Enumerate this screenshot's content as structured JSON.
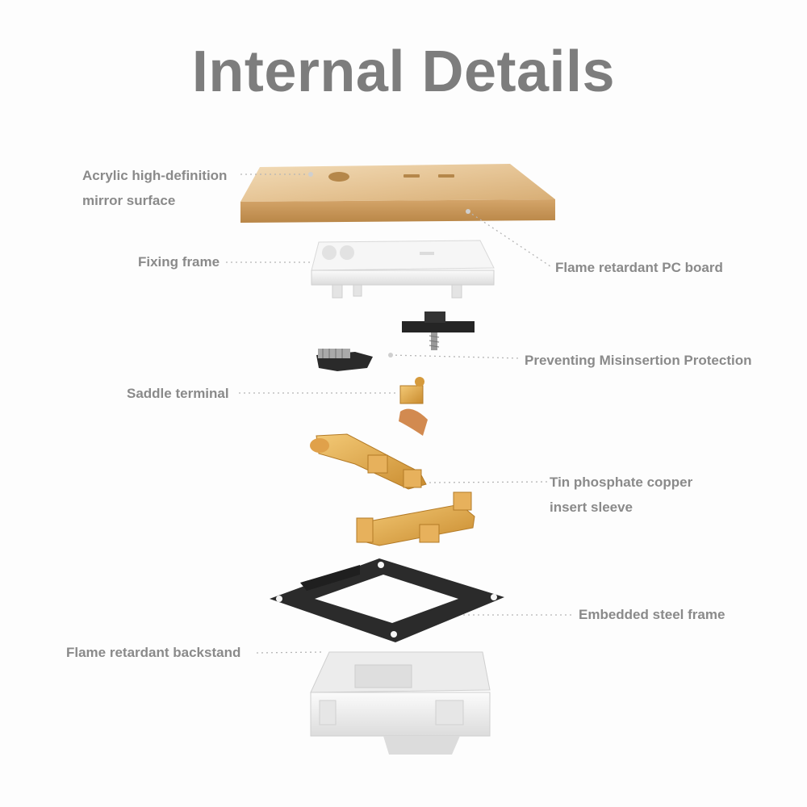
{
  "title": "Internal Details",
  "labels": {
    "acrylic_line1": "Acrylic high-definition",
    "acrylic_line2": "mirror surface",
    "fixing_frame": "Fixing frame",
    "pc_board": "Flame retardant PC board",
    "misinsertion": "Preventing Misinsertion Protection",
    "saddle_terminal": "Saddle terminal",
    "copper_line1": "Tin phosphate copper",
    "copper_line2": "insert sleeve",
    "steel_frame": "Embedded steel frame",
    "backstand": "Flame retardant backstand"
  },
  "colors": {
    "title": "#7d7d7d",
    "label": "#8a8a8a",
    "gold_panel": "#e2bf8f",
    "copper": "#d9a24a",
    "steel": "#2b2b2b",
    "white_part": "#f2f2f2"
  }
}
